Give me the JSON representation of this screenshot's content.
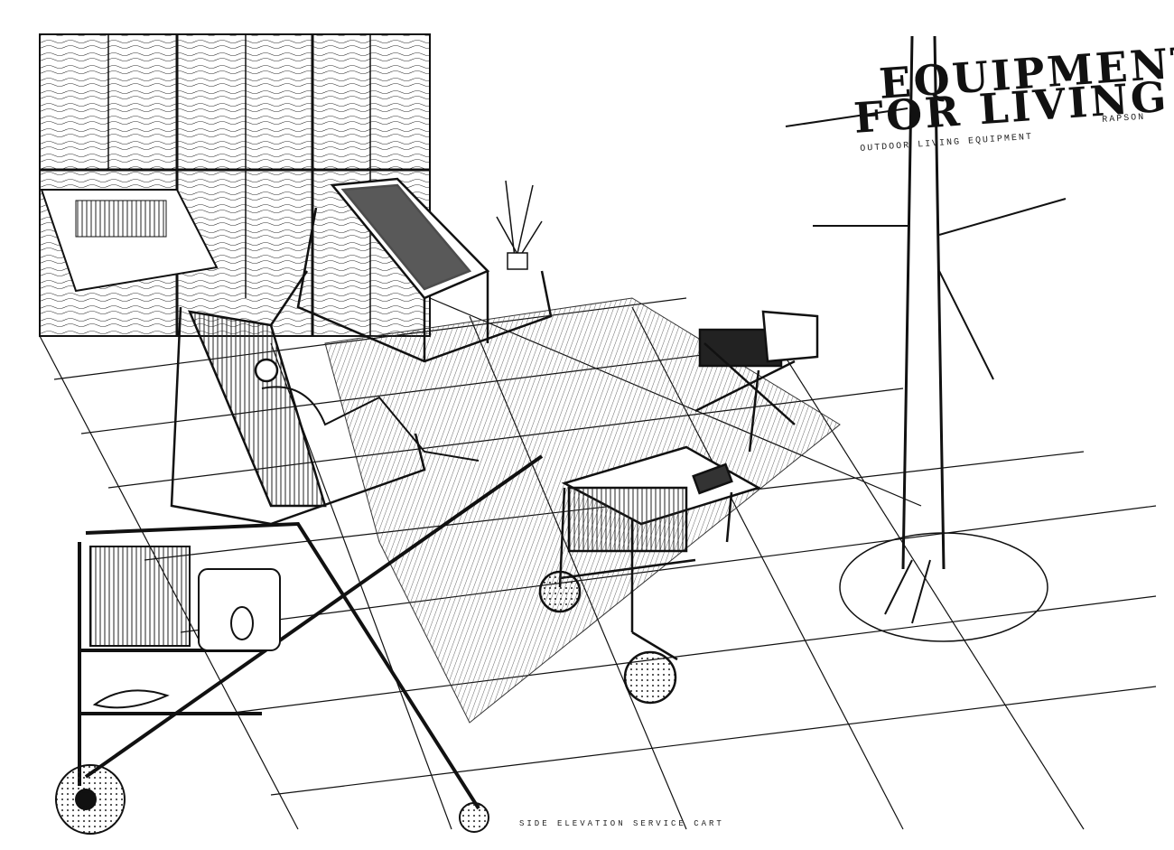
{
  "header": {
    "title_line1": "EQUIPMENT",
    "title_line2": "FOR LIVING",
    "subtitle": "OUTDOOR LIVING EQUIPMENT",
    "author": "RAPSON"
  },
  "caption": "SIDE ELEVATION SERVICE CART",
  "colors": {
    "ink": "#111111",
    "paper": "#ffffff"
  }
}
